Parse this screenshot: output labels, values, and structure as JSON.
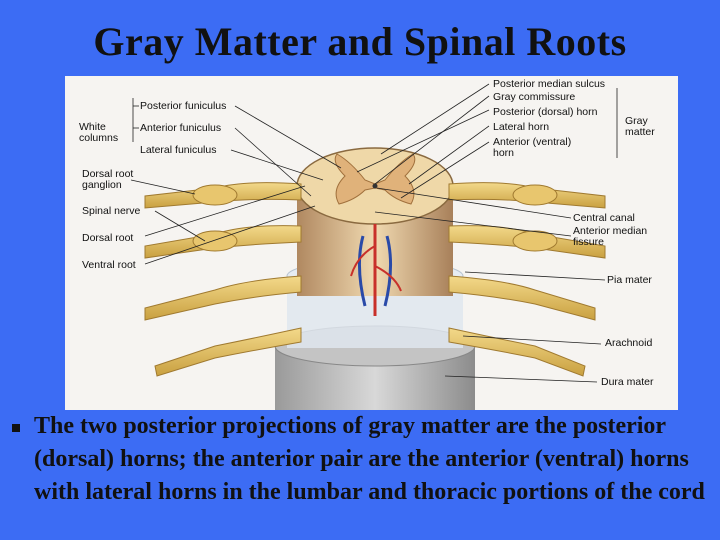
{
  "slide": {
    "title": "Gray Matter and Spinal Roots",
    "bullet_text": "The two posterior projections of gray matter are the posterior (dorsal) horns; the anterior pair are the anterior (ventral) horns with lateral horns in the lumbar and thoracic portions of the cord"
  },
  "figure": {
    "left_labels": {
      "white_columns": "White columns",
      "posterior_funiculus": "Posterior funiculus",
      "anterior_funiculus": "Anterior funiculus",
      "lateral_funiculus": "Lateral funiculus",
      "dorsal_root_ganglion": "Dorsal root ganglion",
      "spinal_nerve": "Spinal nerve",
      "dorsal_root": "Dorsal root",
      "ventral_root": "Ventral root"
    },
    "right_labels": {
      "posterior_median_sulcus": "Posterior median sulcus",
      "gray_commissure": "Gray commissure",
      "posterior_horn": "Posterior (dorsal) horn",
      "lateral_horn": "Lateral horn",
      "anterior_horn": "Anterior (ventral) horn",
      "gray_matter": "Gray matter",
      "central_canal": "Central canal",
      "anterior_median_fissure": "Anterior median fissure",
      "pia_mater": "Pia mater",
      "arachnoid": "Arachnoid",
      "dura_mater": "Dura mater"
    }
  }
}
